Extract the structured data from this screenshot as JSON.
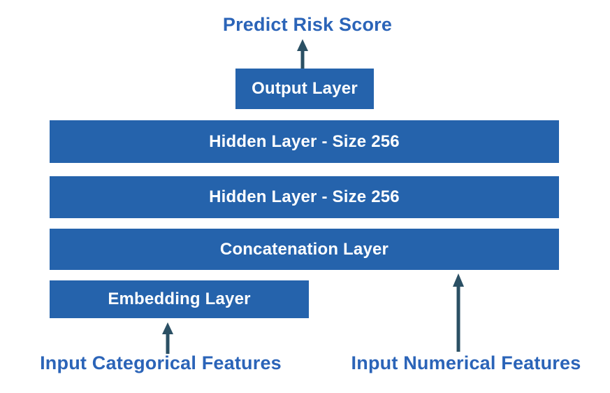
{
  "diagram": {
    "prediction_label": "Predict Risk Score",
    "boxes": {
      "output": "Output Layer",
      "hidden1": "Hidden Layer - Size 256",
      "hidden2": "Hidden Layer - Size 256",
      "concatenation": "Concatenation Layer",
      "embedding": "Embedding Layer"
    },
    "inputs": {
      "categorical": "Input Categorical Features",
      "numerical": "Input Numerical Features"
    }
  },
  "colors": {
    "box_fill": "#2563AC",
    "box_text": "#FFFFFF",
    "label_text": "#2B64B8",
    "arrow": "#2B5064",
    "background": "#FFFFFF"
  }
}
